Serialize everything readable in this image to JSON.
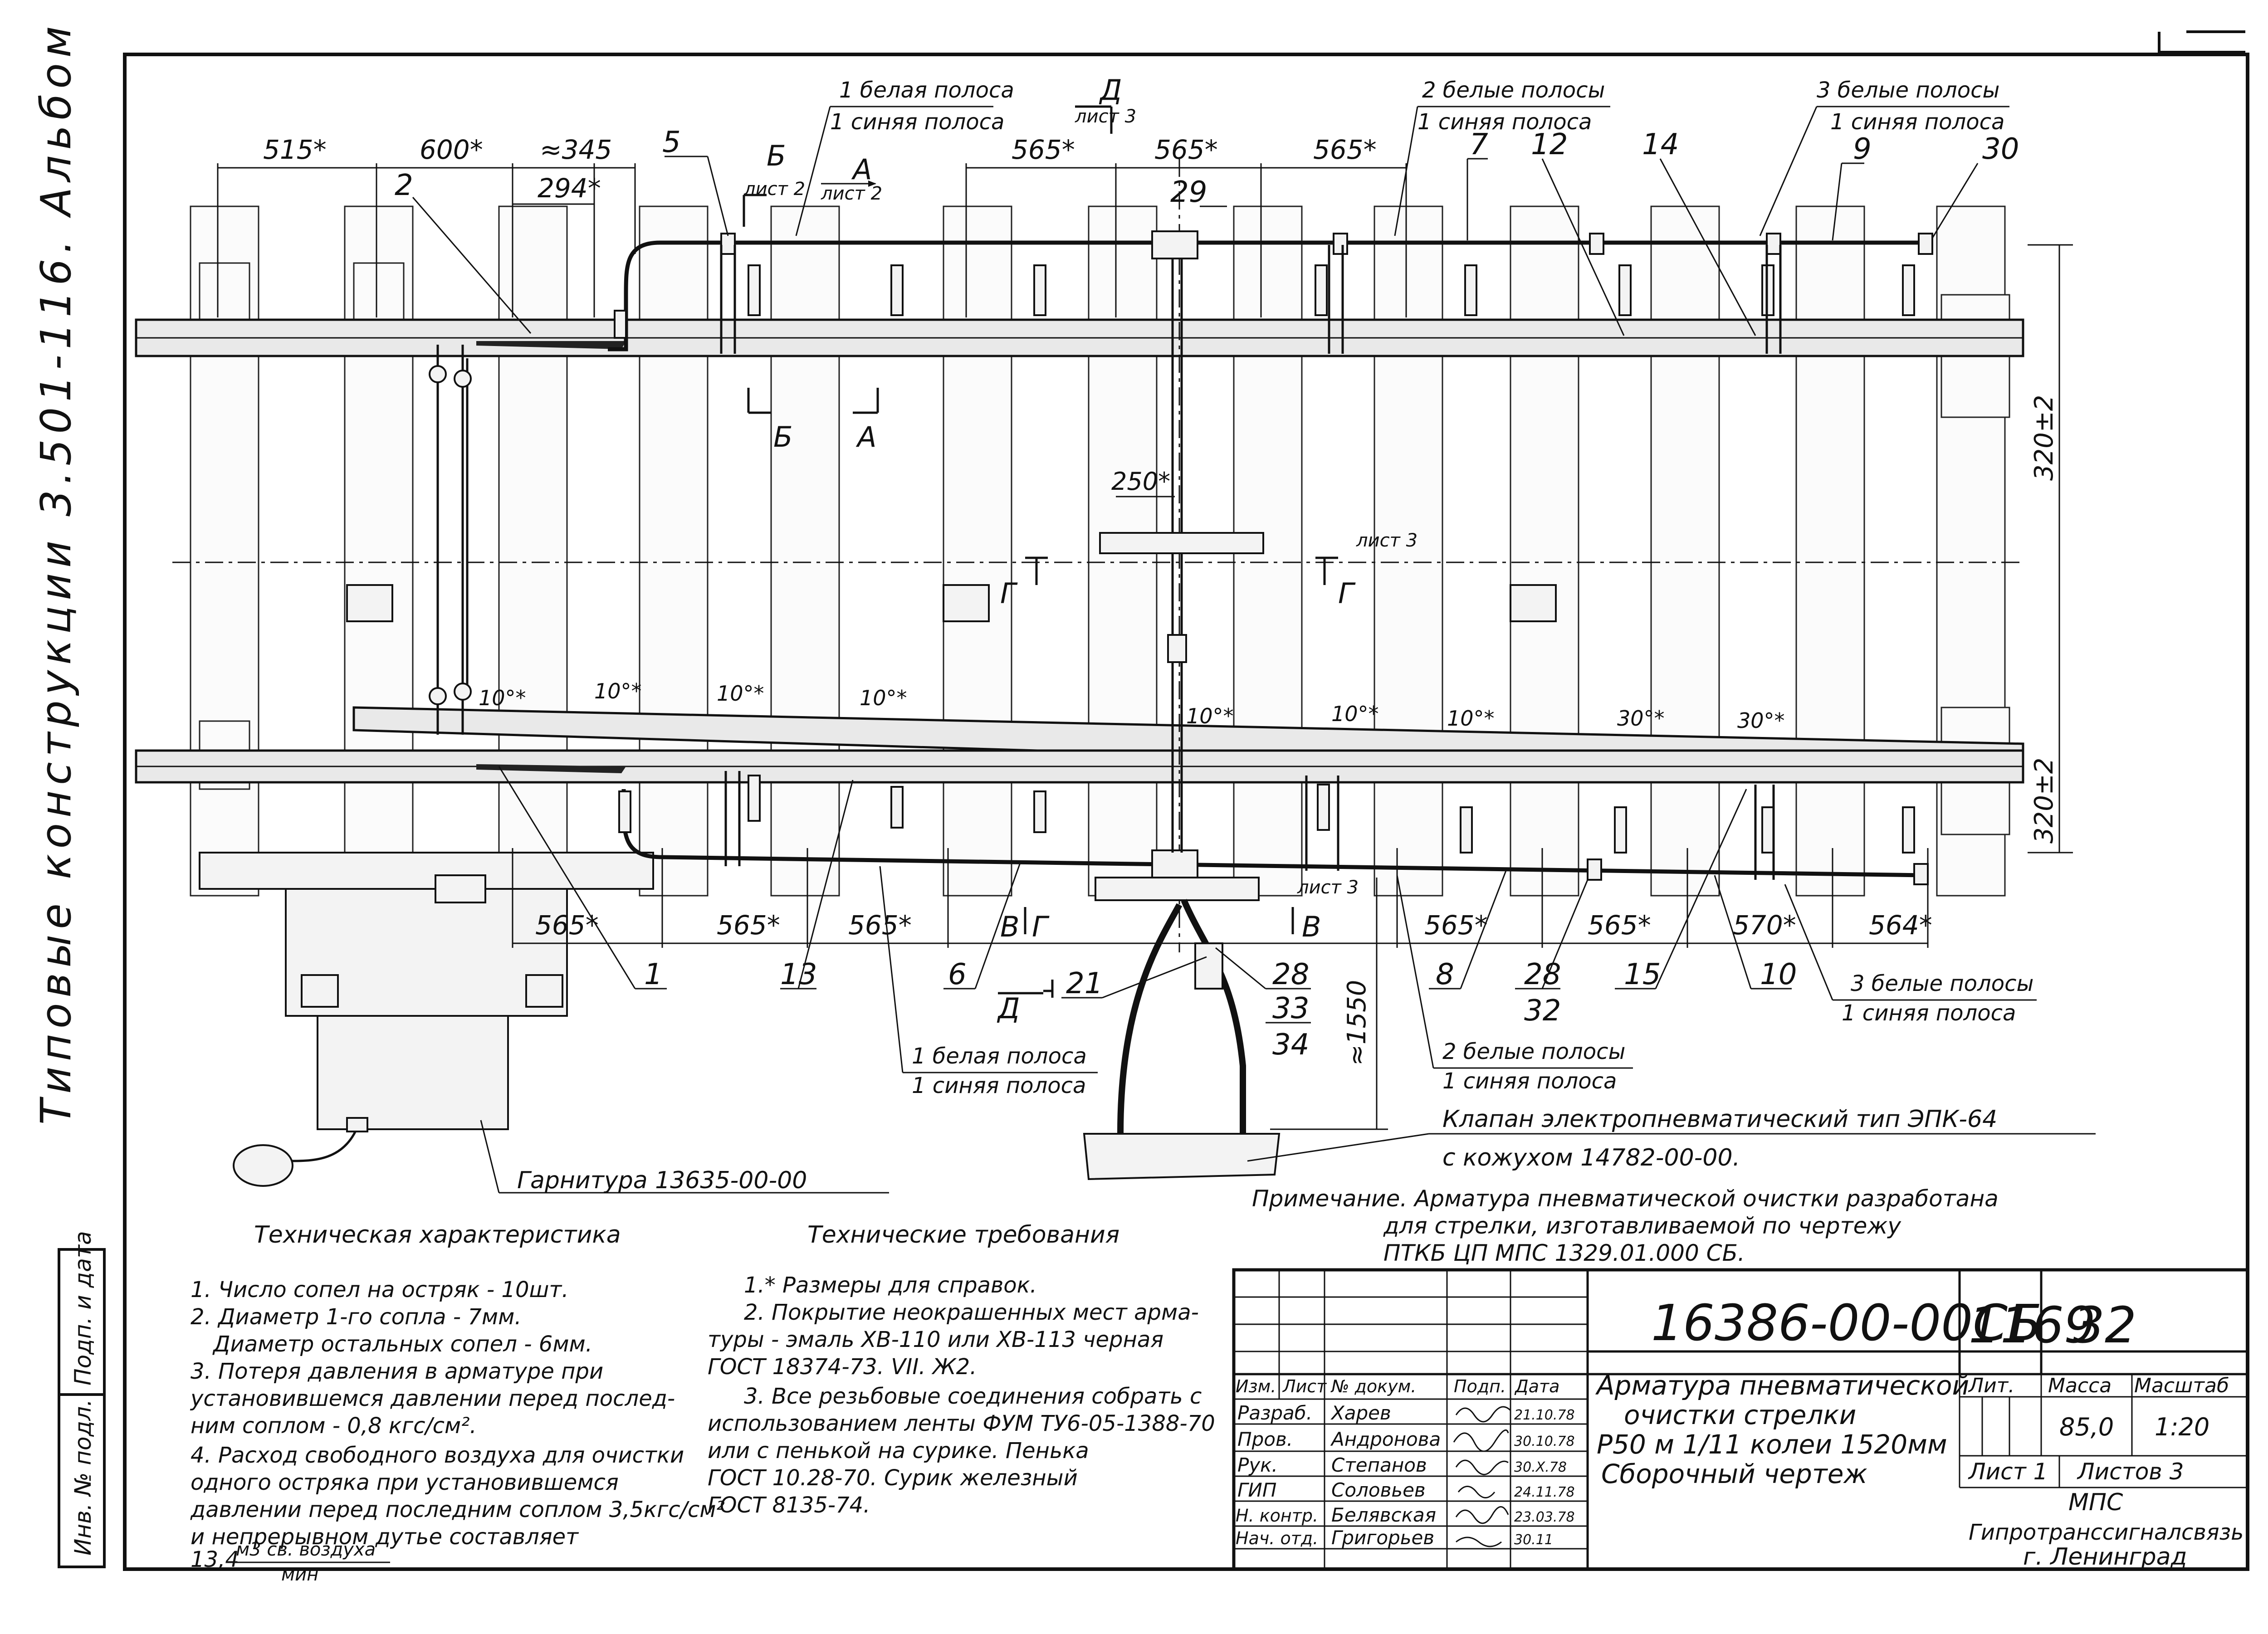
{
  "side_title": "Типовые конструкции 3.501-116. Альбом",
  "dims_top": [
    "515*",
    "600*",
    "≈345",
    "294*",
    "565*",
    "565*",
    "565*"
  ],
  "dims_bottom": [
    "565*",
    "565*",
    "565*",
    "565*",
    "565*",
    "570*",
    "564*"
  ],
  "dim_250": "250*",
  "dim_320_top": "320±2",
  "dim_320_bottom": "320±2",
  "dim_1550": "≈1550",
  "angles": [
    "10°*",
    "10°*",
    "10°*",
    "10°*",
    "10°*",
    "10°*",
    "10°*",
    "30°*",
    "30°*"
  ],
  "positions": {
    "p1": "1",
    "p2": "2",
    "p5": "5",
    "p6": "6",
    "p7": "7",
    "p8": "8",
    "p9": "9",
    "p10": "10",
    "p12": "12",
    "p13": "13",
    "p14": "14",
    "p15": "15",
    "p21": "21",
    "p28a": "28",
    "p28b": "28",
    "p29": "29",
    "p30": "30",
    "p32": "32",
    "p33": "33",
    "p34": "34"
  },
  "sections": {
    "B": "Б",
    "A": "А",
    "D": "Д",
    "G": "Г",
    "V": "В",
    "sheet2": "лист 2",
    "sheet3": "лист 3"
  },
  "stripes": {
    "top1a": "1 белая полоса",
    "top1b": "1 синяя полоса",
    "top2a": "2 белые полосы",
    "top2b": "1 синяя полоса",
    "top3a": "3 белые полосы",
    "top3b": "1 синяя полоса",
    "bot1a": "1 белая полоса",
    "bot1b": "1 синяя полоса",
    "bot2a": "2 белые полосы",
    "bot2b": "1 синяя полоса",
    "bot3a": "3 белые полосы",
    "bot3b": "1 синяя полоса"
  },
  "valve_line1": "Клапан электропневматический тип ЭПК-64",
  "valve_line2": "с кожухом 14782-00-00.",
  "garnitura": "Гарнитура 13635-00-00",
  "note_line1": "Примечание. Арматура пневматической очистки разработана",
  "note_line2": "для стрелки, изготавливаемой по чертежу",
  "note_line3": "ПТКБ ЦП МПС 1329.01.000 СБ.",
  "tech_char": {
    "heading": "Техническая характеристика",
    "lines": [
      "1. Число сопел на остряк - 10шт.",
      "2. Диаметр 1-го сопла - 7мм.",
      "Диаметр остальных сопел - 6мм.",
      "3. Потеря давления в арматуре при",
      "установившемся давлении перед послед-",
      "ним соплом - 0,8 кгс/см².",
      "4. Расход свободного воздуха для очистки",
      "одного остряка при установившемся",
      "давлении перед последним соплом 3,5кгс/см²",
      "и непрерывном дутье составляет"
    ],
    "flow_value": "13,4",
    "flow_num": "м3 св. воздуха",
    "flow_den": "мин"
  },
  "tech_req": {
    "heading": "Технические требования",
    "lines": [
      "1.* Размеры для справок.",
      "2. Покрытие неокрашенных мест арма-",
      "туры - эмаль ХВ-110 или ХВ-113 черная",
      "ГОСТ 18374-73. VII. Ж2.",
      "3. Все резьбовые соединения собрать с",
      "использованием ленты ФУМ ТУ6-05-1388-70",
      "или с пенькой на сурике. Пенька",
      "ГОСТ 10.28-70. Сурик железный",
      "ГОСТ 8135-74."
    ]
  },
  "stamp": {
    "doc_number": "16386-00-00СБ",
    "album_no": "1169",
    "page_no": "32",
    "title_lines": [
      "Арматура пневматической",
      "очистки стрелки",
      "Р50 м 1/11 колеи 1520мм",
      "Сборочный чертеж"
    ],
    "col_headers": [
      "Изм.",
      "Лист",
      "№ докум.",
      "Подп.",
      "Дата"
    ],
    "lit": "Лит.",
    "mass_label": "Масса",
    "scale_label": "Масштаб",
    "mass": "85,0",
    "scale": "1:20",
    "sheet": "Лист 1",
    "sheets": "Листов 3",
    "org1": "МПС",
    "org2": "Гипротранссигналсвязь",
    "org3": "г. Ленинград",
    "roles": [
      {
        "role": "Разраб.",
        "name": "Харев",
        "date": "21.10.78"
      },
      {
        "role": "Пров.",
        "name": "Андронова",
        "date": "30.10.78"
      },
      {
        "role": "Рук.",
        "name": "Степанов",
        "date": "30.X.78"
      },
      {
        "role": "ГИП",
        "name": "Соловьев",
        "date": "24.11.78"
      },
      {
        "role": "Н. контр.",
        "name": "Белявская",
        "date": "23.03.78"
      },
      {
        "role": "Нач. отд.",
        "name": "Григорьев",
        "date": "30.11"
      }
    ]
  },
  "left_strip": {
    "inv": "Инв. № подл.",
    "sign": "Подп. и дата"
  }
}
